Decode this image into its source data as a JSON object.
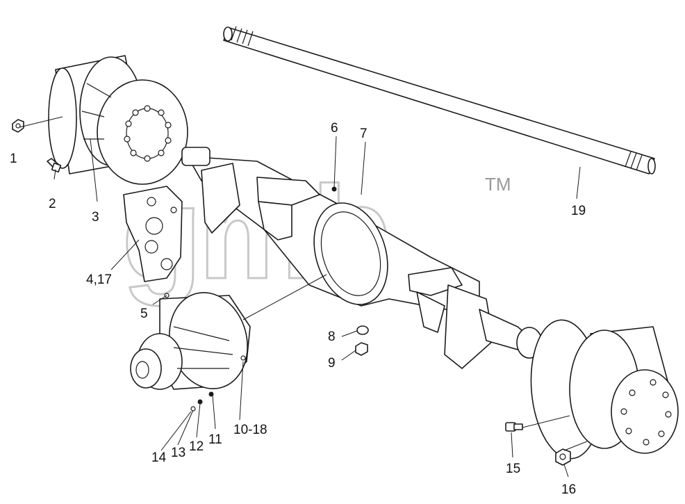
{
  "diagram": {
    "watermark": "gmb",
    "trademark": "TM",
    "callouts": [
      {
        "id": "c1",
        "text": "1"
      },
      {
        "id": "c2",
        "text": "2"
      },
      {
        "id": "c3",
        "text": "3"
      },
      {
        "id": "c4",
        "text": "4,17"
      },
      {
        "id": "c5",
        "text": "5"
      },
      {
        "id": "c6",
        "text": "6"
      },
      {
        "id": "c7",
        "text": "7"
      },
      {
        "id": "c8",
        "text": "8"
      },
      {
        "id": "c9",
        "text": "9"
      },
      {
        "id": "c10",
        "text": "10-18"
      },
      {
        "id": "c11",
        "text": "11"
      },
      {
        "id": "c12",
        "text": "12"
      },
      {
        "id": "c13",
        "text": "13"
      },
      {
        "id": "c14",
        "text": "14"
      },
      {
        "id": "c15",
        "text": "15"
      },
      {
        "id": "c16",
        "text": "16"
      },
      {
        "id": "c19",
        "text": "19"
      }
    ]
  }
}
